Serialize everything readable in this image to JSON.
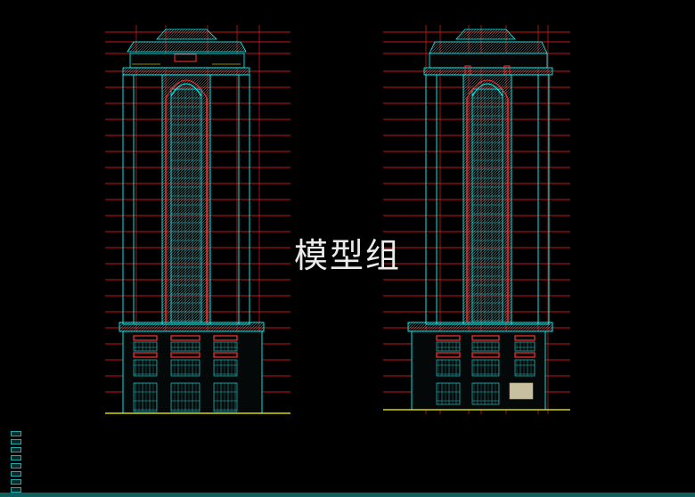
{
  "watermark": {
    "text": "模型组"
  },
  "drawing": {
    "colors": {
      "background": "#000000",
      "grid": "#ff2020",
      "outline": "#00ffff",
      "detail": "#20c0c0",
      "ground": "#ffff00",
      "accent": "#ff3030",
      "hatch": "#7fa0a0",
      "window": "#c8c0a0"
    },
    "elevations": [
      "front-elevation",
      "side-elevation"
    ]
  }
}
